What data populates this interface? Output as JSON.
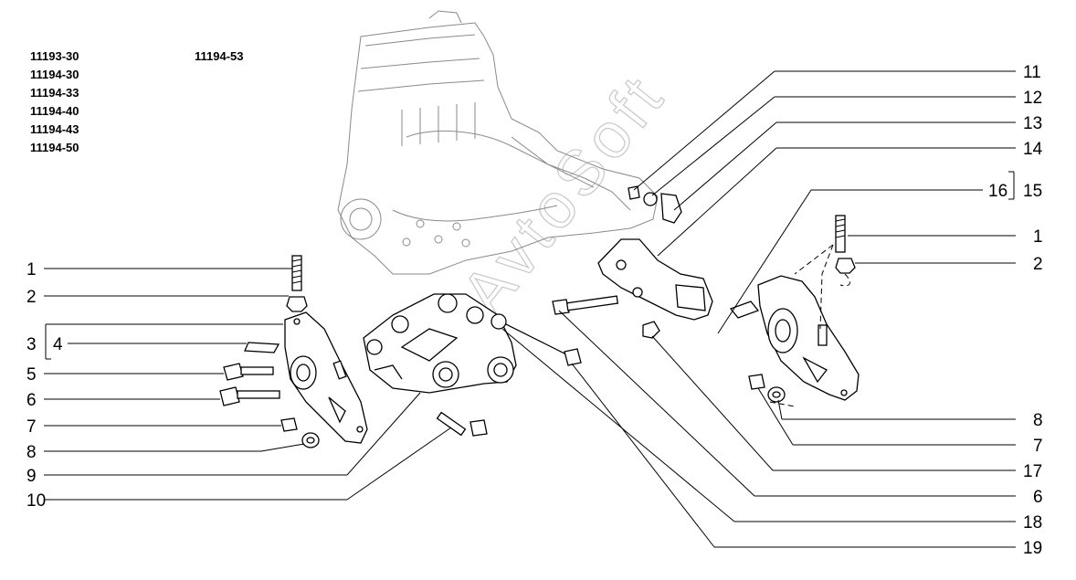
{
  "model_codes": {
    "left_column": [
      "11193-30",
      "11194-30",
      "11194-33",
      "11194-40",
      "11194-43",
      "11194-50"
    ],
    "right_column": [
      "11194-53"
    ]
  },
  "watermark": "AvtoSoft",
  "callouts_left": [
    "1",
    "2",
    "3",
    "4",
    "5",
    "6",
    "7",
    "8",
    "9",
    "10"
  ],
  "callouts_right": [
    "11",
    "12",
    "13",
    "14",
    "16",
    "15",
    "1",
    "2",
    "8",
    "7",
    "17",
    "6",
    "18",
    "19"
  ]
}
